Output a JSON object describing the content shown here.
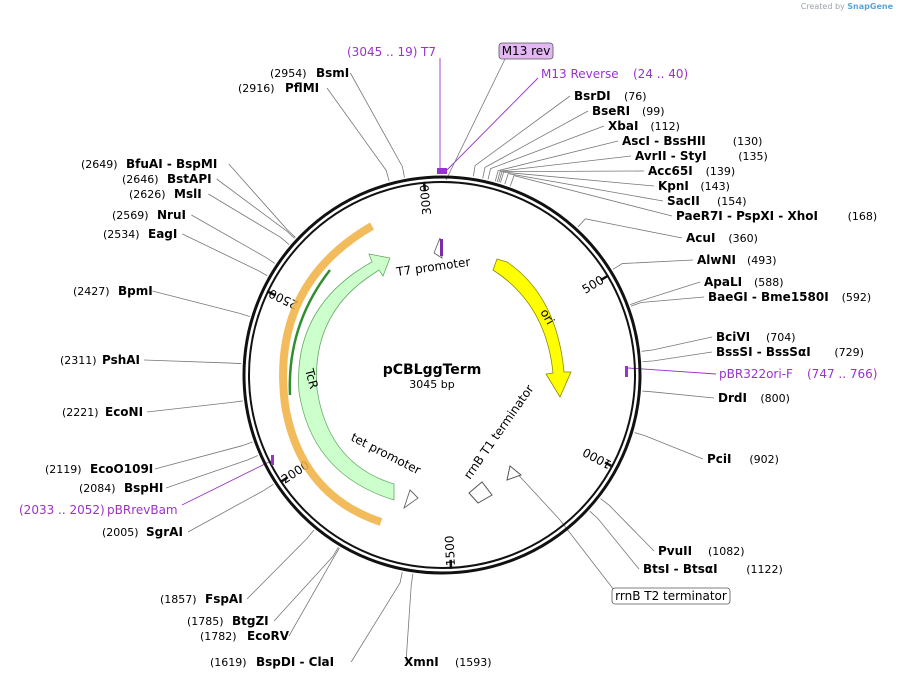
{
  "credit": {
    "prefix": "Created by",
    "brand": "SnapGene"
  },
  "plasmid": {
    "name": "pCBLggTerm",
    "size_label": "3045 bp",
    "length": 3045
  },
  "ticks": [
    {
      "pos": 500,
      "label": "500"
    },
    {
      "pos": 1000,
      "label": "1000"
    },
    {
      "pos": 1500,
      "label": "1500"
    },
    {
      "pos": 2000,
      "label": "2000"
    },
    {
      "pos": 2500,
      "label": "2500"
    },
    {
      "pos": 3000,
      "label": "3000"
    }
  ],
  "enzymes": [
    {
      "name": "BsmI",
      "pos_label": "(2954)",
      "site": 2954
    },
    {
      "name": "PflMI",
      "pos_label": "(2916)",
      "site": 2916
    },
    {
      "name": "BsrDI",
      "pos_label": "(76)",
      "site": 76
    },
    {
      "name": "BseRI",
      "pos_label": "(99)",
      "site": 99
    },
    {
      "name": "XbaI",
      "pos_label": "(112)",
      "site": 112
    },
    {
      "name": "AscI - BssHII",
      "pos_label": "(130)",
      "site": 130
    },
    {
      "name": "AvrII - StyI",
      "pos_label": "(135)",
      "site": 135
    },
    {
      "name": "Acc65I",
      "pos_label": "(139)",
      "site": 139
    },
    {
      "name": "KpnI",
      "pos_label": "(143)",
      "site": 143
    },
    {
      "name": "SacII",
      "pos_label": "(154)",
      "site": 154
    },
    {
      "name": "PaeR7I - PspXI - XhoI",
      "pos_label": "(168)",
      "site": 168
    },
    {
      "name": "AcuI",
      "pos_label": "(360)",
      "site": 360
    },
    {
      "name": "AlwNI",
      "pos_label": "(493)",
      "site": 493
    },
    {
      "name": "ApaLI",
      "pos_label": "(588)",
      "site": 588
    },
    {
      "name": "BaeGI - Bme1580I",
      "pos_label": "(592)",
      "site": 592
    },
    {
      "name": "BciVI",
      "pos_label": "(704)",
      "site": 704
    },
    {
      "name": "BssSI - BssSαI",
      "pos_label": "(729)",
      "site": 729
    },
    {
      "name": "DrdI",
      "pos_label": "(800)",
      "site": 800
    },
    {
      "name": "PciI",
      "pos_label": "(902)",
      "site": 902
    },
    {
      "name": "PvuII",
      "pos_label": "(1082)",
      "site": 1082
    },
    {
      "name": "BtsI - BtsαI",
      "pos_label": "(1122)",
      "site": 1122
    },
    {
      "name": "XmnI",
      "pos_label": "(1593)",
      "site": 1593
    },
    {
      "name": "BspDI - ClaI",
      "pos_label": "(1619)",
      "site": 1619
    },
    {
      "name": "EcoRV",
      "pos_label": "(1782)",
      "site": 1782
    },
    {
      "name": "BtgZI",
      "pos_label": "(1785)",
      "site": 1785
    },
    {
      "name": "FspAI",
      "pos_label": "(1857)",
      "site": 1857
    },
    {
      "name": "SgrAI",
      "pos_label": "(2005)",
      "site": 2005
    },
    {
      "name": "BspHI",
      "pos_label": "(2084)",
      "site": 2084
    },
    {
      "name": "EcoO109I",
      "pos_label": "(2119)",
      "site": 2119
    },
    {
      "name": "EcoNI",
      "pos_label": "(2221)",
      "site": 2221
    },
    {
      "name": "PshAI",
      "pos_label": "(2311)",
      "site": 2311
    },
    {
      "name": "BpmI",
      "pos_label": "(2427)",
      "site": 2427
    },
    {
      "name": "EagI",
      "pos_label": "(2534)",
      "site": 2534
    },
    {
      "name": "NruI",
      "pos_label": "(2569)",
      "site": 2569
    },
    {
      "name": "MslI",
      "pos_label": "(2626)",
      "site": 2626
    },
    {
      "name": "BstAPI",
      "pos_label": "(2646)",
      "site": 2646
    },
    {
      "name": "BfuAI - BspMI",
      "pos_label": "(2649)",
      "site": 2649
    }
  ],
  "primers": [
    {
      "name": "T7",
      "range_label": "(3045 .. 19)",
      "start": 3045,
      "end": 19
    },
    {
      "name": "M13 Reverse",
      "range_label": "(24 .. 40)",
      "start": 24,
      "end": 40
    },
    {
      "name": "pBR322ori-F",
      "range_label": "(747 .. 766)",
      "start": 747,
      "end": 766
    },
    {
      "name": "pBRrevBam",
      "range_label": "(2033 .. 2052)",
      "start": 2033,
      "end": 2052
    }
  ],
  "features": [
    {
      "name": "ori",
      "color": "#ffff00",
      "stroke": "#888800"
    },
    {
      "name": "rrnB T1 terminator",
      "color": "#ffffff",
      "stroke": "#666666"
    },
    {
      "name": "tet promoter",
      "color": "#ffffff",
      "stroke": "#666666"
    },
    {
      "name": "TcR",
      "color": "#ccffcc",
      "stroke": "#66aa66"
    },
    {
      "name": "T7 promoter",
      "color": "#ffffff",
      "stroke": "#666666"
    }
  ],
  "boxed_labels": [
    {
      "name": "M13 rev",
      "fill": "#e3b8f2"
    },
    {
      "name": "rrnB T2 terminator",
      "fill": "#ffffff"
    }
  ],
  "colors": {
    "primer": "#9933cc",
    "orf_highlight": "#f0b040",
    "backbone": "#111111"
  }
}
